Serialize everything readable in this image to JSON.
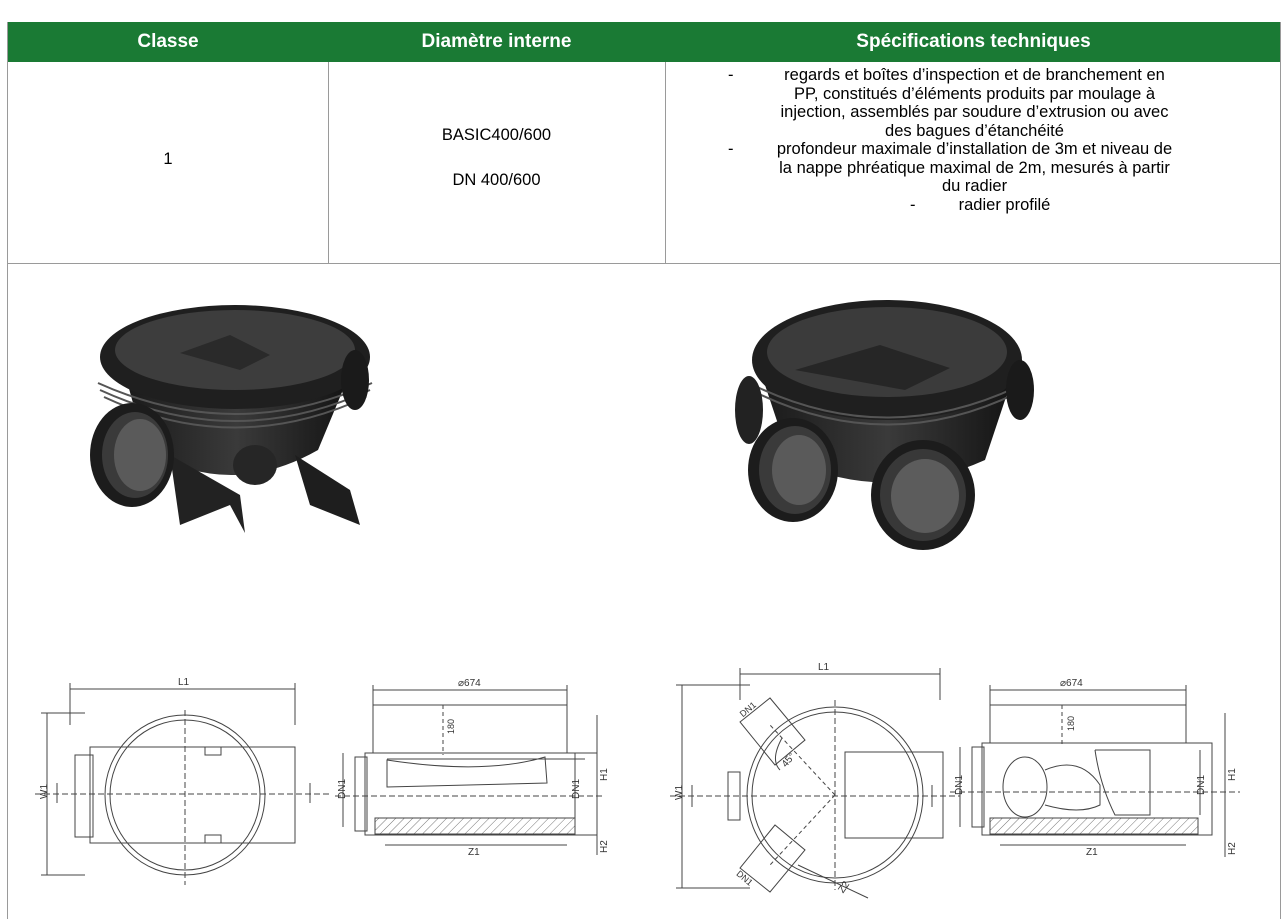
{
  "table": {
    "headers": [
      "Classe",
      "Diamètre interne",
      "Spécifications techniques"
    ],
    "header_bg": "#1a7a34",
    "row": {
      "classe": "1",
      "diameter_line1": "BASIC400/600",
      "diameter_line2": "DN 400/600",
      "spec_items": [
        [
          "regards et boîtes d’inspection et de branchement en",
          "PP, constitués d’éléments produits par moulage à",
          "injection, assemblés par soudure d’extrusion ou avec",
          "des bagues d’étanchéité"
        ],
        [
          "profondeur maximale d’installation de 3m et niveau de",
          "la nappe phréatique maximal de 2m, mesurés à partir",
          "du radier"
        ],
        [
          "radier profilé"
        ]
      ]
    }
  },
  "drawings": {
    "left_top": {
      "L1": "L1",
      "W1": "W1"
    },
    "left_side": {
      "diameter": "⌀674",
      "h180": "180",
      "DN1a": "DN1",
      "DN1b": "DN1",
      "H1": "H1",
      "H2": "H2",
      "Z1": "Z1"
    },
    "right_top": {
      "L1": "L1",
      "W1": "W1",
      "DN1_top": "DN1",
      "DN1_bottom": "DN1",
      "angle": "45°",
      "Z2": "Z2"
    },
    "right_side": {
      "diameter": "⌀674",
      "h180": "180",
      "DN1a": "DN1",
      "DN1b": "DN1",
      "H1": "H1",
      "H2": "H2",
      "Z1": "Z1"
    }
  }
}
